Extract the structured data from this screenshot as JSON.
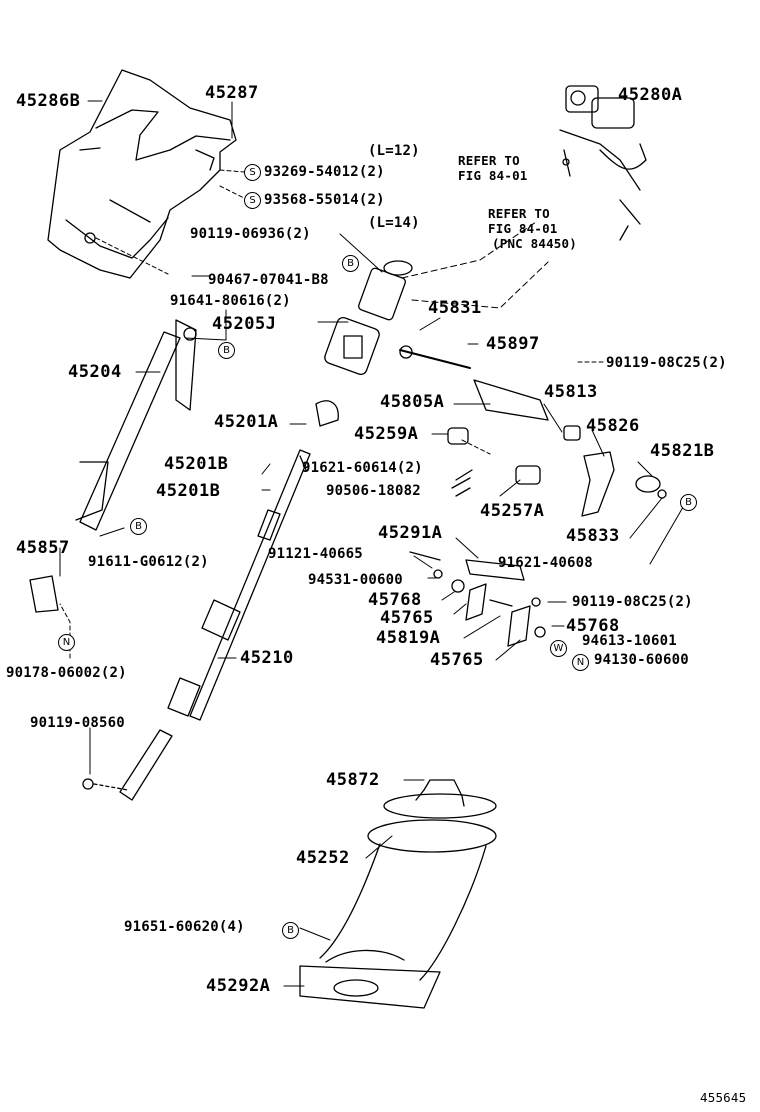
{
  "figure_code": "455645",
  "labels": {
    "p45286B": "45286B",
    "p45287": "45287",
    "p45280A": "45280A",
    "l12": "(L=12)",
    "l14": "(L=14)",
    "p93269": "93269-54012(2)",
    "p93568": "93568-55014(2)",
    "p90119_06936": "90119-06936(2)",
    "p90467": "90467-07041-B8",
    "p91641": "91641-80616(2)",
    "p45205J": "45205J",
    "p45831": "45831",
    "p45897": "45897",
    "p90119_08C25a": "90119-08C25(2)",
    "p45204": "45204",
    "p45201A": "45201A",
    "p45805A": "45805A",
    "p45813": "45813",
    "p45826": "45826",
    "p45259A": "45259A",
    "p45821B": "45821B",
    "p45201Ba": "45201B",
    "p45201Bb": "45201B",
    "p91621_60614": "91621-60614(2)",
    "p90506": "90506-18082",
    "p45257A": "45257A",
    "p45833": "45833",
    "p45857": "45857",
    "p91611": "91611-G0612(2)",
    "p45291A": "45291A",
    "p91121": "91121-40665",
    "p91621_60608": "91621-40608",
    "p94531": "94531-00600",
    "p45768a": "45768",
    "p90119_08C25b": "90119-08C25(2)",
    "p45765a": "45765",
    "p45768b": "45768",
    "p45819A": "45819A",
    "p94613": "94613-10601",
    "p45765b": "45765",
    "p94130": "94130-60600",
    "p90178": "90178-06002(2)",
    "p45210": "45210",
    "p90119_08560": "90119-08560",
    "p45872": "45872",
    "p45252": "45252",
    "p91651": "91651-60620(4)",
    "p45292A": "45292A"
  },
  "refer": {
    "r1a": "REFER TO",
    "r1b": "FIG 84-01",
    "r2a": "REFER TO",
    "r2b": "FIG 84-01",
    "r2c": "(PNC 84450)"
  },
  "marks": {
    "S": "S",
    "B": "B",
    "N": "N",
    "W": "W"
  }
}
